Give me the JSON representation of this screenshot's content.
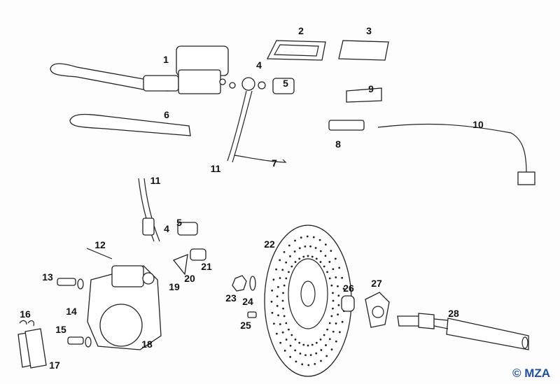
{
  "diagram": {
    "labels": [
      "1",
      "2",
      "3",
      "4",
      "5",
      "9",
      "6",
      "10",
      "8",
      "11",
      "7",
      "11",
      "5",
      "4",
      "12",
      "22",
      "21",
      "13",
      "20",
      "19",
      "14",
      "23",
      "24",
      "26",
      "27",
      "25",
      "16",
      "15",
      "18",
      "28",
      "17"
    ],
    "copyright": "© MZA"
  }
}
